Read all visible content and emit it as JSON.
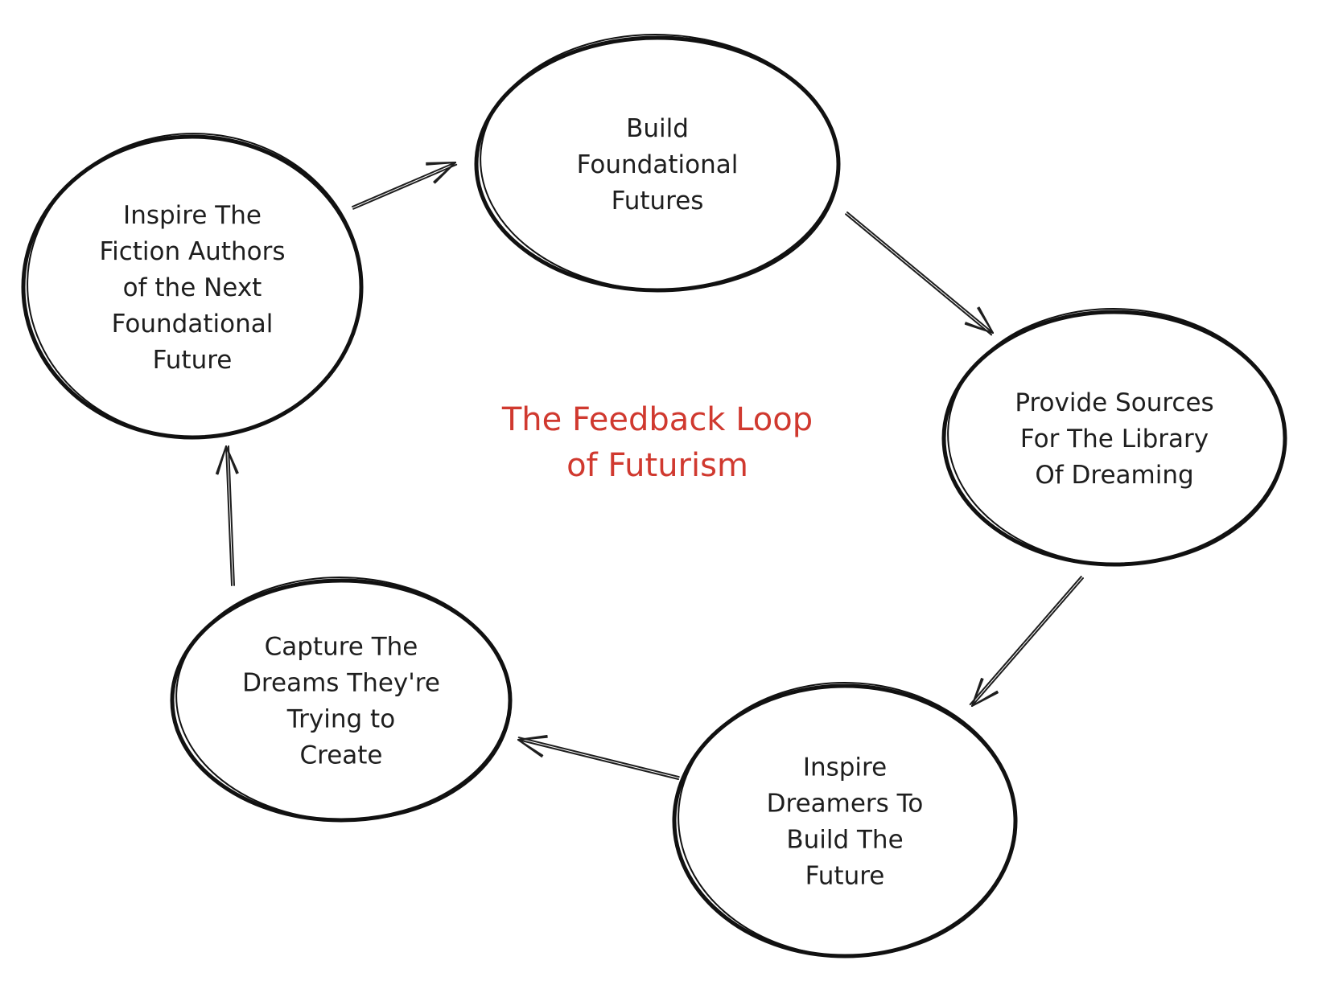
{
  "title": {
    "lines": [
      "The Feedback Loop",
      "of Futurism"
    ],
    "color": "#d0392f"
  },
  "nodes": [
    {
      "id": "inspire-authors",
      "lines": [
        "Inspire The",
        "Fiction Authors",
        "of the Next",
        "Foundational",
        "Future"
      ]
    },
    {
      "id": "build-futures",
      "lines": [
        "Build",
        "Foundational",
        "Futures"
      ]
    },
    {
      "id": "provide-sources",
      "lines": [
        "Provide Sources",
        "For The Library",
        "Of Dreaming"
      ]
    },
    {
      "id": "inspire-dreamers",
      "lines": [
        "Inspire",
        "Dreamers To",
        "Build The",
        "Future"
      ]
    },
    {
      "id": "capture-dreams",
      "lines": [
        "Capture The",
        "Dreams They're",
        "Trying to",
        "Create"
      ]
    }
  ],
  "edges": [
    {
      "from": "inspire-authors",
      "to": "build-futures"
    },
    {
      "from": "build-futures",
      "to": "provide-sources"
    },
    {
      "from": "provide-sources",
      "to": "inspire-dreamers"
    },
    {
      "from": "inspire-dreamers",
      "to": "capture-dreams"
    },
    {
      "from": "capture-dreams",
      "to": "inspire-authors"
    }
  ]
}
